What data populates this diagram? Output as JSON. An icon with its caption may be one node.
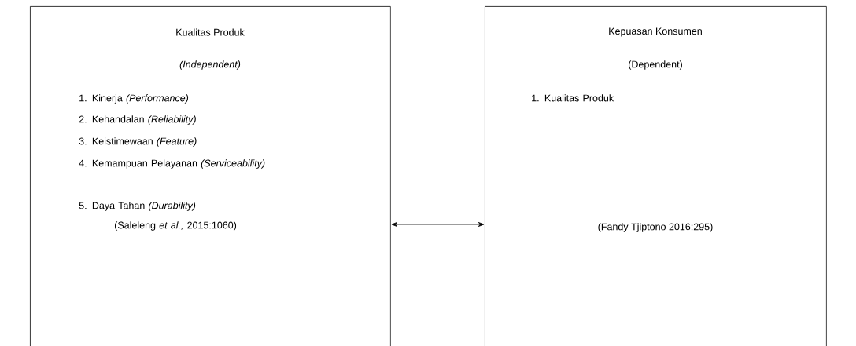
{
  "diagram": {
    "nodes": [
      {
        "text": [
          "Kualitas Produk",
          "(Independent)",
          "1. Kinerja *(Performance)*",
          "2. Kehandalan *(Reliability)*",
          "3. Keistimewaan *(Feature)*",
          "4. Kemampuan Pelayanan *(Serviceability)*",
          "5. Daya Tahan *(Durability)*",
          "(Saleleng *et al.,* 2015:1060)"
        ]
      },
      {
        "text": [
          "Kepuasan Konsumen",
          "(Dependent)",
          "1. Kualitas Produk",
          "(Fandy Tjiptono 2016:295)"
        ]
      }
    ],
    "edges": [
      {
        "from": 0,
        "to": 1,
        "arrow": "both"
      }
    ]
  }
}
